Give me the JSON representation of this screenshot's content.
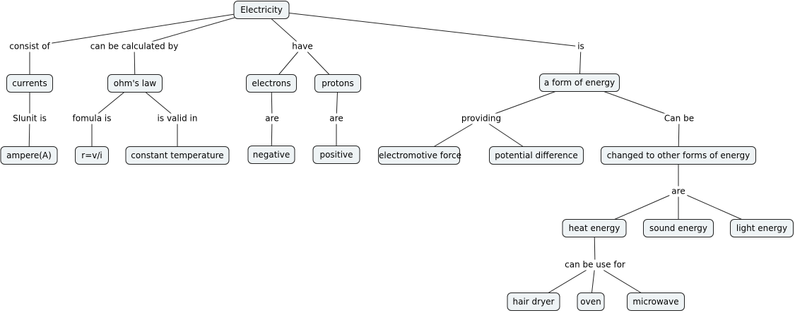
{
  "concepts": {
    "electricity": "Electricity",
    "currents": "currents",
    "ohms_law": "ohm's law",
    "electrons": "electrons",
    "protons": "protons",
    "form_of_energy": "a form of energy",
    "ampere": "ampere(A)",
    "formula": "r=v/i",
    "constant_temperature": "constant temperature",
    "negative": "negative",
    "positive": "positive",
    "emf": "electromotive force",
    "potential_difference": "potential difference",
    "changed": "changed to other forms of energy",
    "heat_energy": "heat energy",
    "sound_energy": "sound energy",
    "light_energy": "light energy",
    "hair_dryer": "hair dryer",
    "oven": "oven",
    "microwave": "microwave"
  },
  "links": {
    "consist_of": "consist of",
    "calculated_by": "can be calculated by",
    "have": "have",
    "is": "is",
    "si_unit": "SIunit is",
    "formula_is": "fomula is",
    "valid_in": "is valid in",
    "are_electrons": "are",
    "are_protons": "are",
    "providing": "providing",
    "can_be": "Can be",
    "are_forms": "are",
    "use_for": "can be use for"
  },
  "colors": {
    "node_fill": "#eef3f5",
    "node_border": "#222222",
    "line": "#222222"
  }
}
